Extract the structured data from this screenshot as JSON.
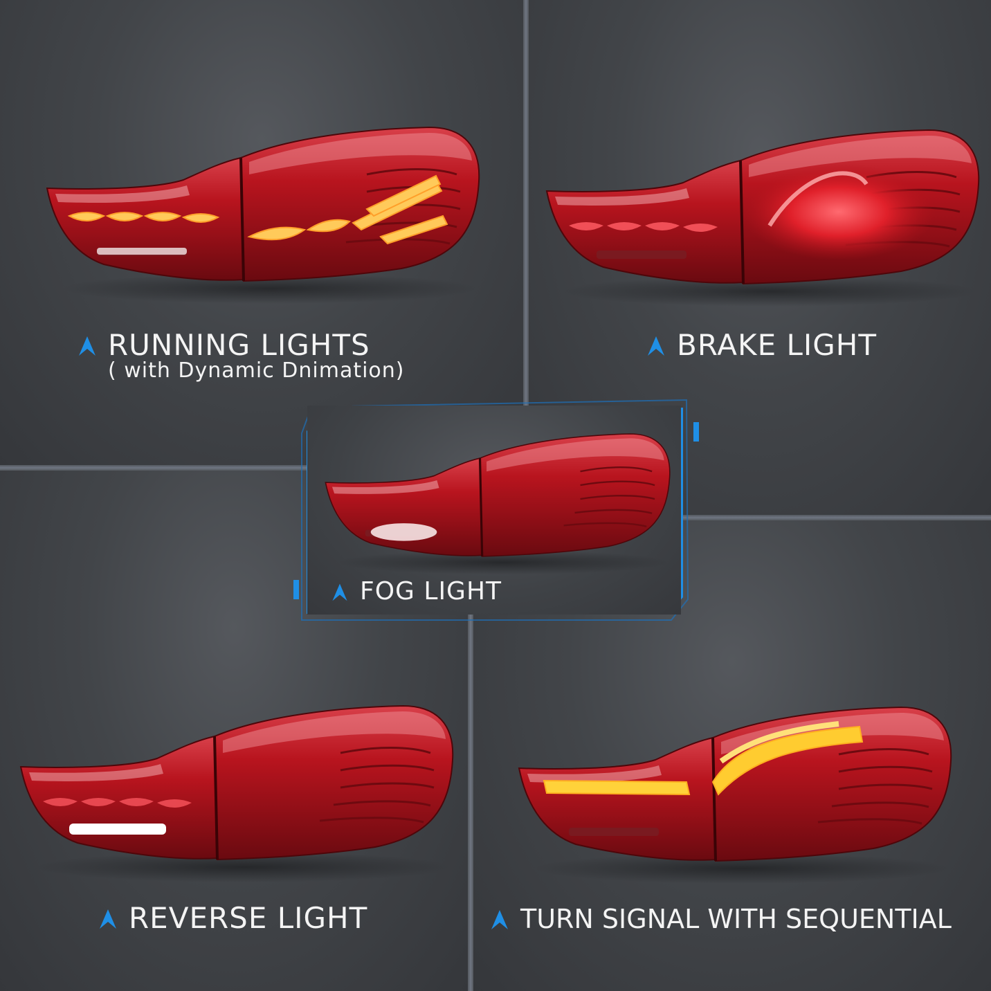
{
  "panels": {
    "running": {
      "title": "RUNNING LIGHTS",
      "subtitle": "( with Dynamic Dnimation)"
    },
    "brake": {
      "title": "BRAKE LIGHT"
    },
    "fog": {
      "title": "FOG LIGHT"
    },
    "reverse": {
      "title": "REVERSE LIGHT"
    },
    "turn": {
      "title": "TURN SIGNAL WITH SEQUENTIAL"
    }
  },
  "colors": {
    "background": "#3a3c40",
    "accent_blue": "#1f8fe6",
    "lamp_red": "#c2121c",
    "lamp_dark_red": "#6e0a10",
    "amber_glow": "#ffc34a",
    "text": "#f4f4f4"
  },
  "icons": {
    "label_marker": "chevron-up-icon"
  }
}
